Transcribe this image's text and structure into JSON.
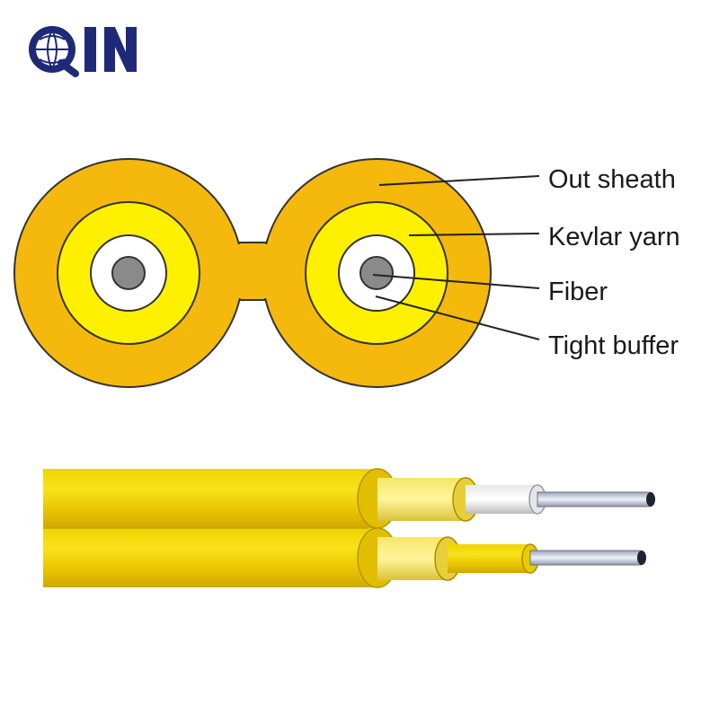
{
  "brand": {
    "logo_text": "QIN",
    "logo_color": "#1e2a78"
  },
  "diagram": {
    "labels": [
      "Out sheath",
      "Kevlar yarn",
      "Fiber",
      "Tight buffer"
    ]
  },
  "colors": {
    "out_sheath": "#f5b80c",
    "kevlar_yarn": "#fff000",
    "tight_buffer": "#ffffff",
    "fiber": "#8a8a8a",
    "jacket_yellow": "#f5d400",
    "outline": "#333333"
  }
}
